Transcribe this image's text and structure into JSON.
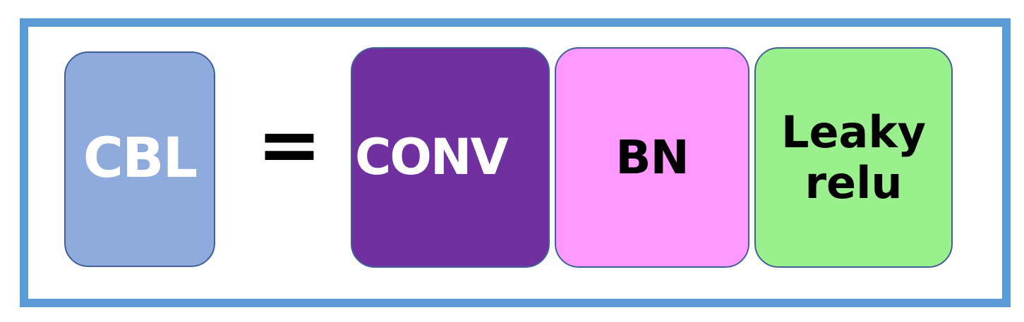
{
  "diagram": {
    "colors": {
      "frame_border": "#5b9bd5",
      "block_border": "#3f5f9a",
      "cbl_fill": "#8faadc",
      "conv_fill": "#7030a0",
      "bn_fill": "#ff99ff",
      "leaky_fill": "#99f08c"
    },
    "lhs": {
      "label": "CBL",
      "text_color": "#ffffff"
    },
    "operator": "=",
    "rhs": [
      {
        "label": "CONV",
        "text_color": "#ffffff"
      },
      {
        "label": "BN",
        "text_color": "#000000"
      },
      {
        "label_lines": [
          "Leaky",
          "relu"
        ],
        "text_color": "#000000"
      }
    ]
  }
}
